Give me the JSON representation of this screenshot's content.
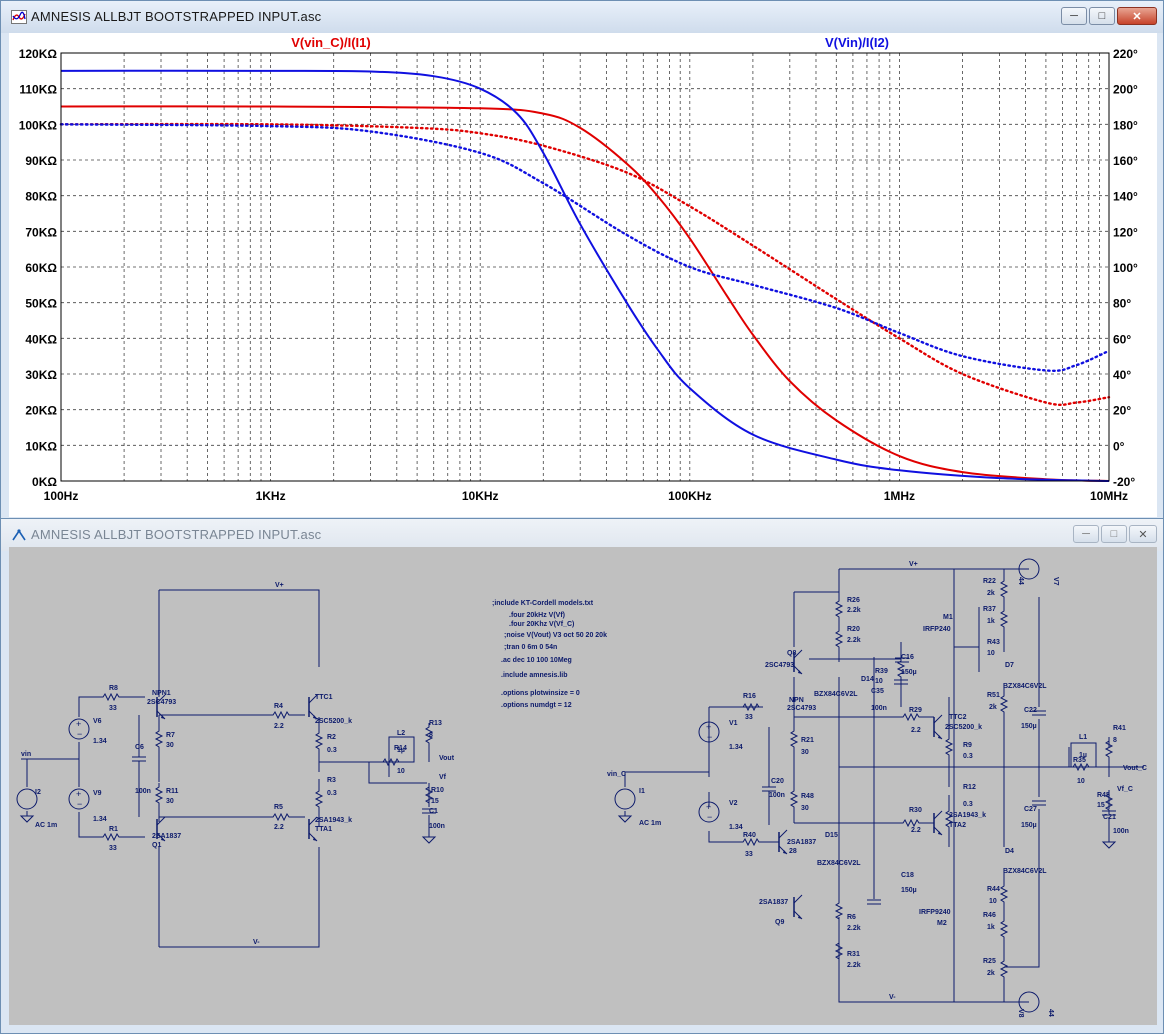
{
  "plot_window": {
    "title": "AMNESIS ALLBJT BOOTSTRAPPED INPUT.asc",
    "buttons": {
      "minimize": "─",
      "maximize": "□",
      "close": "✕"
    },
    "trace1_label": "V(vin_C)/I(I1)",
    "trace2_label": "V(Vin)/I(I2)",
    "colors": {
      "trace1": "#e00000",
      "trace2": "#1010e0",
      "grid": "#444444"
    }
  },
  "chart_data": {
    "type": "line",
    "x_scale": "log",
    "xlim": [
      100,
      10000000
    ],
    "ylim_left": [
      0,
      120000
    ],
    "ylim_right": [
      -20,
      220
    ],
    "grid": true,
    "x_ticks": [
      "100Hz",
      "1KHz",
      "10KHz",
      "100KHz",
      "1MHz",
      "10MHz"
    ],
    "y_ticks_left": [
      "0KΩ",
      "10KΩ",
      "20KΩ",
      "30KΩ",
      "40KΩ",
      "50KΩ",
      "60KΩ",
      "70KΩ",
      "80KΩ",
      "90KΩ",
      "100KΩ",
      "110KΩ",
      "120KΩ"
    ],
    "y_ticks_right": [
      "-20°",
      "0°",
      "20°",
      "40°",
      "60°",
      "80°",
      "100°",
      "120°",
      "140°",
      "160°",
      "180°",
      "200°",
      "220°"
    ],
    "series": [
      {
        "name": "V(vin_C)/I(I1)",
        "kind": "magnitude",
        "axis": "left",
        "color": "#e00000",
        "x": [
          100,
          1000,
          10000,
          20000,
          30000,
          50000,
          70000,
          100000,
          150000,
          200000,
          300000,
          500000,
          1000000,
          2000000,
          5000000,
          10000000
        ],
        "y": [
          105000,
          105000,
          104500,
          103000,
          99000,
          89000,
          80000,
          68000,
          52000,
          41000,
          28000,
          17000,
          7000,
          2500,
          500,
          0
        ]
      },
      {
        "name": "V(vin_C)/I(I1)",
        "kind": "phase",
        "axis": "right",
        "color": "#e00000",
        "x": [
          100,
          1000,
          5000,
          10000,
          20000,
          50000,
          100000,
          200000,
          500000,
          1000000,
          2000000,
          5000000,
          7000000,
          10000000
        ],
        "y": [
          180,
          180,
          178,
          175,
          168,
          153,
          134,
          112,
          82,
          60,
          40,
          24,
          24,
          27
        ]
      },
      {
        "name": "V(Vin)/I(I2)",
        "kind": "magnitude",
        "axis": "left",
        "color": "#1010e0",
        "x": [
          100,
          1000,
          3000,
          6000,
          10000,
          15000,
          20000,
          30000,
          50000,
          70000,
          100000,
          200000,
          500000,
          1000000,
          3000000,
          10000000
        ],
        "y": [
          115000,
          115000,
          114800,
          113500,
          110000,
          103000,
          92000,
          72000,
          50000,
          37000,
          26000,
          13000,
          6000,
          3000,
          800,
          0
        ]
      },
      {
        "name": "V(Vin)/I(I2)",
        "kind": "phase",
        "axis": "right",
        "color": "#1010e0",
        "x": [
          100,
          1000,
          3000,
          10000,
          20000,
          50000,
          100000,
          200000,
          500000,
          1000000,
          2000000,
          5000000,
          7000000,
          10000000
        ],
        "y": [
          180,
          179,
          176,
          164,
          147,
          118,
          100,
          90,
          77,
          63,
          50,
          42,
          45,
          53
        ]
      }
    ]
  },
  "schematic_window": {
    "title": "AMNESIS ALLBJT BOOTSTRAPPED INPUT.asc",
    "buttons": {
      "minimize": "─",
      "maximize": "□",
      "close": "✕"
    },
    "directives": [
      ";include KT-Cordell models.txt",
      ".four 20kHz V(Vf)",
      ".four 20Khz V(Vf_C)",
      ";noise V(Vout) V3 oct 50 20 20k",
      ";tran 0 6m 0 54n",
      ".ac dec 10 100 10Meg",
      ".include amnesis.lib",
      ".options plotwinsize = 0",
      ".options numdgt = 12"
    ],
    "left_labels": {
      "vplus": "V+",
      "vminus": "V-",
      "vin": "vin",
      "vout": "Vout",
      "vf": "Vf",
      "I2": "I2",
      "I2_val": "AC 1m",
      "R8": "R8",
      "R8_val": "33",
      "V6": "V6",
      "V6_val": "1.34",
      "V9": "V9",
      "V9_val": "1.34",
      "R1": "R1",
      "R1_val": "33",
      "NPN1": "NPN1",
      "NPN1_type": "2SC4793",
      "Q1": "Q1",
      "Q1_type": "2SA1837",
      "R7": "R7",
      "R7_val": "30",
      "R11": "R11",
      "R11_val": "30",
      "C6": "C6",
      "C6_val": "100n",
      "R4": "R4",
      "R4_val": "2.2",
      "R5": "R5",
      "R5_val": "2.2",
      "TTC1": "TTC1",
      "TTC1_type": "2SC5200_k",
      "TTA1": "TTA1",
      "TTA1_type": "2SA1943_k",
      "R2": "R2",
      "R2_val": "0.3",
      "R3": "R3",
      "R3_val": "0.3",
      "L2": "L2",
      "L2_val": "1µ",
      "R14": "R14",
      "R14_val": "10",
      "R13": "R13",
      "R13_val": "8",
      "R10": "R10",
      "R10_val": "15",
      "C1": "C1",
      "C1_val": "100n"
    },
    "right_labels": {
      "vplus": "V+",
      "vminus": "V-",
      "vin_c": "vin_C",
      "vout_c": "Vout_C",
      "vf_c": "Vf_C",
      "I1": "I1",
      "I1_val": "AC 1m",
      "V1": "V1",
      "V1_val": "1.34",
      "V2": "V2",
      "V2_val": "1.34",
      "R16": "R16",
      "R16_val": "33",
      "R40": "R40",
      "R40_val": "33",
      "Q8": "Q8",
      "Q8_type": "2SC4793",
      "NPN": "NPN",
      "NPN_type": "2SC4793",
      "Q9": "Q9",
      "Q9_type": "2SA1837",
      "Q_28": "28",
      "Q_28_type": "2SA1837",
      "R26": "R26",
      "R26_val": "2.2k",
      "R20": "R20",
      "R20_val": "2.2k",
      "D14": "D14",
      "D14_type": "BZX84C6V2L",
      "R39": "R39",
      "R39_val": "10",
      "C35": "C35",
      "C35_val": "100n",
      "C16": "C16",
      "C16_val": "150µ",
      "R21": "R21",
      "R21_val": "30",
      "R48": "R48",
      "R48_val": "30",
      "C20": "C20",
      "C20_val": "100n",
      "D15": "D15",
      "D15_type": "BZX84C6V2L",
      "C18": "C18",
      "C18_val": "150µ",
      "R6": "R6",
      "R6_val": "2.2k",
      "R31": "R31",
      "R31_val": "2.2k",
      "R29": "R29",
      "R29_val": "2.2",
      "R30": "R30",
      "R30_val": "2.2",
      "TTC2": "TTC2",
      "TTC2_type": "2SC5200_k",
      "TTA2": "TTA2",
      "TTA2_type": "2SA1943_k",
      "R9": "R9",
      "R9_val": "0.3",
      "R12": "R12",
      "R12_val": "0.3",
      "R22": "R22",
      "R22_val": "2k",
      "R37": "R37",
      "R37_val": "1k",
      "M1": "M1",
      "M1_type": "IRFP240",
      "R43": "R43",
      "R43_val": "10",
      "D7": "D7",
      "D7_type": "BZX84C6V2L",
      "R51": "R51",
      "R51_val": "2k",
      "C22": "C22",
      "C22_val": "150µ",
      "C27": "C27",
      "C27_val": "150µ",
      "D4": "D4",
      "D4_type": "BZX84C6V2L",
      "R44": "R44",
      "R44_val": "10",
      "M2": "M2",
      "M2_type": "IRFP9240",
      "R46": "R46",
      "R46_val": "1k",
      "R25": "R25",
      "R25_val": "2k",
      "V7": "V7",
      "V7_val": "44",
      "V8": "V8",
      "V8_val": "44",
      "L1": "L1",
      "L1_val": "1µ",
      "R35": "R35",
      "R35_val": "10",
      "R41": "R41",
      "R41_val": "8",
      "R45": "R45",
      "R45_val": "15",
      "C21": "C21",
      "C21_val": "100n"
    }
  }
}
